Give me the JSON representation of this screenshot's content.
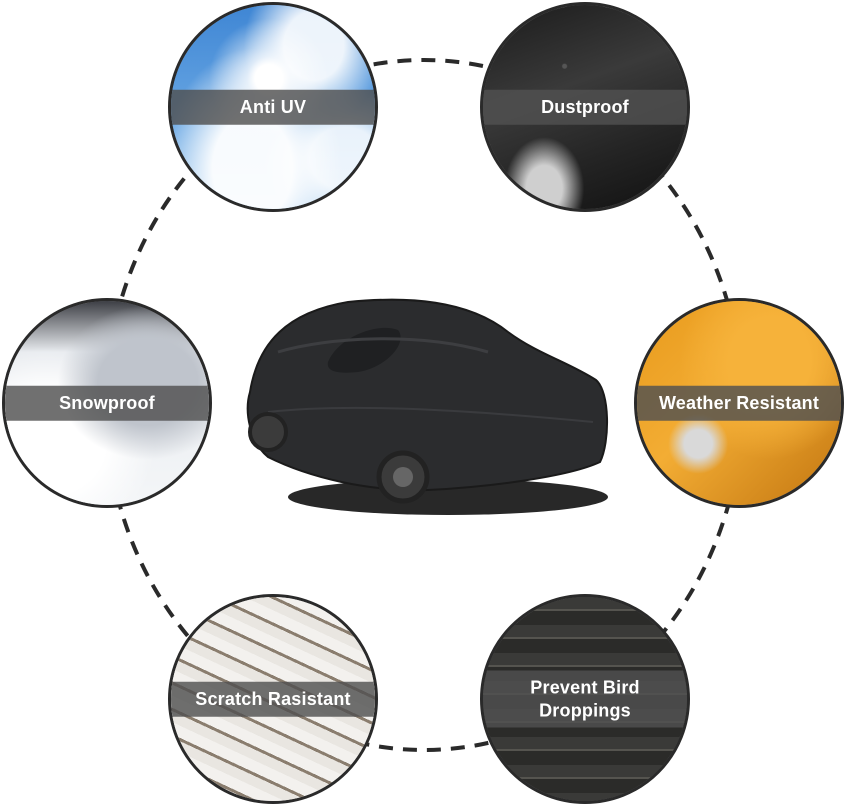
{
  "features": [
    {
      "id": "anti-uv",
      "label": "Anti UV"
    },
    {
      "id": "dustproof",
      "label": "Dustproof"
    },
    {
      "id": "snowproof",
      "label": "Snowproof"
    },
    {
      "id": "weather-resistant",
      "label": "Weather Resistant"
    },
    {
      "id": "scratch-resistant",
      "label": "Scratch Rasistant"
    },
    {
      "id": "prevent-bird-droppings",
      "label_line1": "Prevent Bird",
      "label_line2": "Droppings"
    }
  ],
  "center_image": "covered-car-icon",
  "colors": {
    "ring": "#2a2a2a",
    "band": "#505050",
    "text": "#ffffff"
  }
}
